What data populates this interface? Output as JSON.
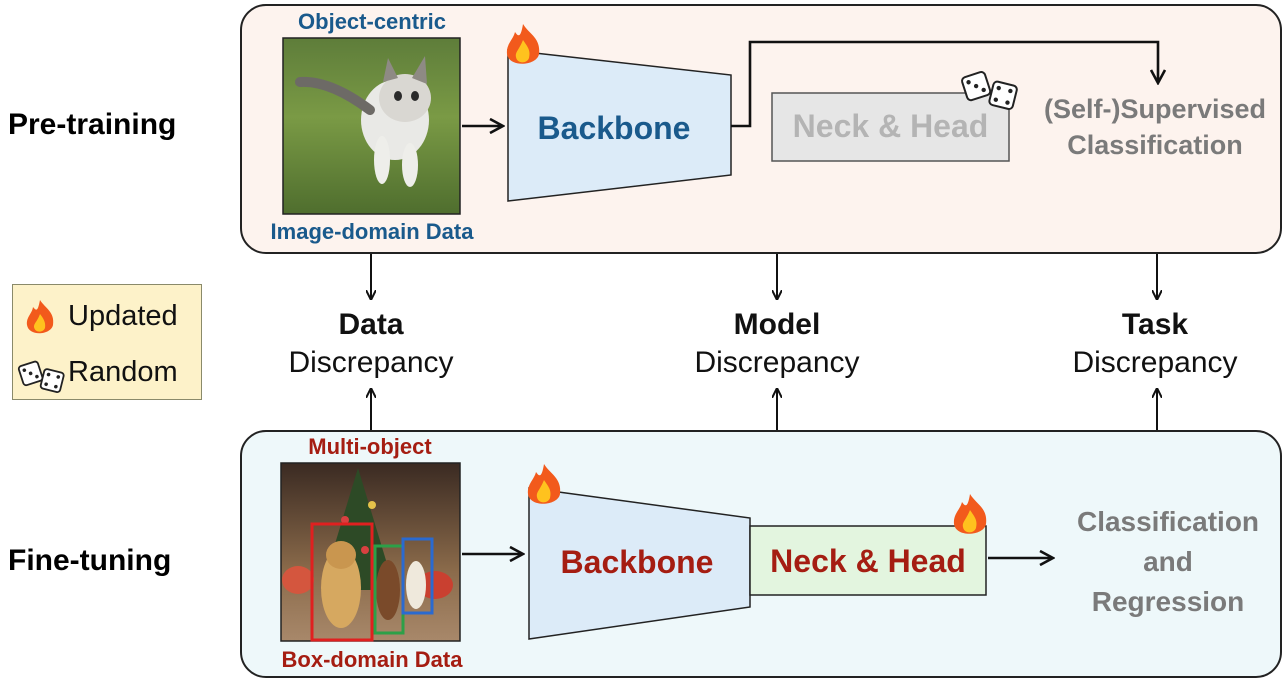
{
  "stages": {
    "pretraining": "Pre-training",
    "finetuning": "Fine-tuning"
  },
  "pretrain": {
    "data_top": "Object-centric",
    "data_bottom": "Image-domain Data",
    "backbone": "Backbone",
    "neck_head": "Neck & Head",
    "task_line1": "(Self-)Supervised",
    "task_line2": "Classification"
  },
  "finetune": {
    "data_top": "Multi-object",
    "data_bottom": "Box-domain Data",
    "backbone": "Backbone",
    "neck_head": "Neck & Head",
    "task_line1": "Classification",
    "task_line2": "and",
    "task_line3": "Regression"
  },
  "legend": {
    "updated": "Updated",
    "random": "Random",
    "updated_icon": "fire-icon",
    "random_icon": "dice-icon"
  },
  "discrepancy": {
    "data_bold": "Data",
    "data_word": "Discrepancy",
    "model_bold": "Model",
    "model_word": "Discrepancy",
    "task_bold": "Task",
    "task_word": "Discrepancy"
  },
  "colors": {
    "pretrain_bg": "#fdf3ee",
    "finetune_bg": "#eef8fa",
    "backbone_fill": "#dcebf8",
    "neck_gray": "#e6e6e6",
    "neck_green": "#e3f5df",
    "legend_bg": "#fdf2c9",
    "blue_text": "#1a5a8c",
    "red_text": "#a51d12",
    "gray_text": "#7a7a7a"
  }
}
